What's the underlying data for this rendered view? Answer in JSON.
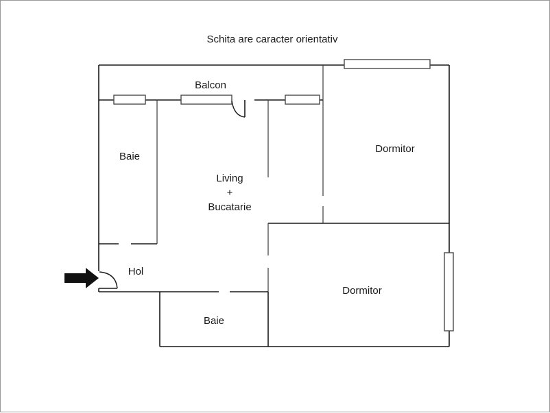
{
  "page": {
    "title": "Schita are caracter orientativ",
    "border_color": "#9a9a9a",
    "background_color": "#ffffff",
    "wall_color": "#1a1a1a",
    "window_color": "#4a4a4a",
    "arrow_color": "#111111"
  },
  "rooms": {
    "balcon": "Balcon",
    "baie_top": "Baie",
    "living": "Living",
    "living_plus": "+",
    "bucatarie": "Bucatarie",
    "dormitor_top": "Dormitor",
    "dormitor_bottom": "Dormitor",
    "hol": "Hol",
    "baie_bottom": "Baie"
  },
  "features": {
    "entrance_arrow": "entrance-arrow",
    "entrance_door": "entrance-door",
    "balcony_door": "balcony-door",
    "window_baie_top": "window",
    "window_balcon": "window",
    "window_living": "window",
    "window_dormitor_top": "window",
    "window_dormitor_bottom": "window"
  }
}
